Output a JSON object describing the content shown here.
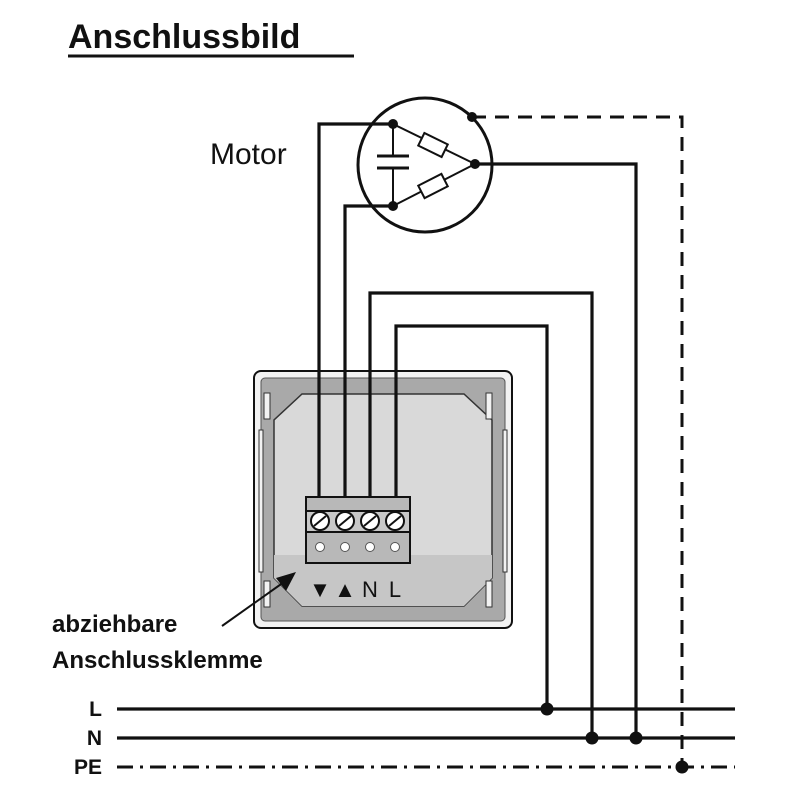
{
  "title": "Anschlussbild",
  "motor": {
    "label": "Motor",
    "icon": "motor-capacitor-winding-icon"
  },
  "device": {
    "callout_line1": "abziehbare",
    "callout_line2": "Anschlussklemme",
    "terminal_labels": [
      "▼",
      "▲",
      "N",
      "L"
    ]
  },
  "bus": {
    "labels": [
      "L",
      "N",
      "PE"
    ]
  },
  "colors": {
    "line": "#111111",
    "device_outer": "#f2f2f2",
    "device_frame": "#a9a9a9",
    "device_inner": "#d9d9d9",
    "terminal_block": "#b8b8b8"
  }
}
